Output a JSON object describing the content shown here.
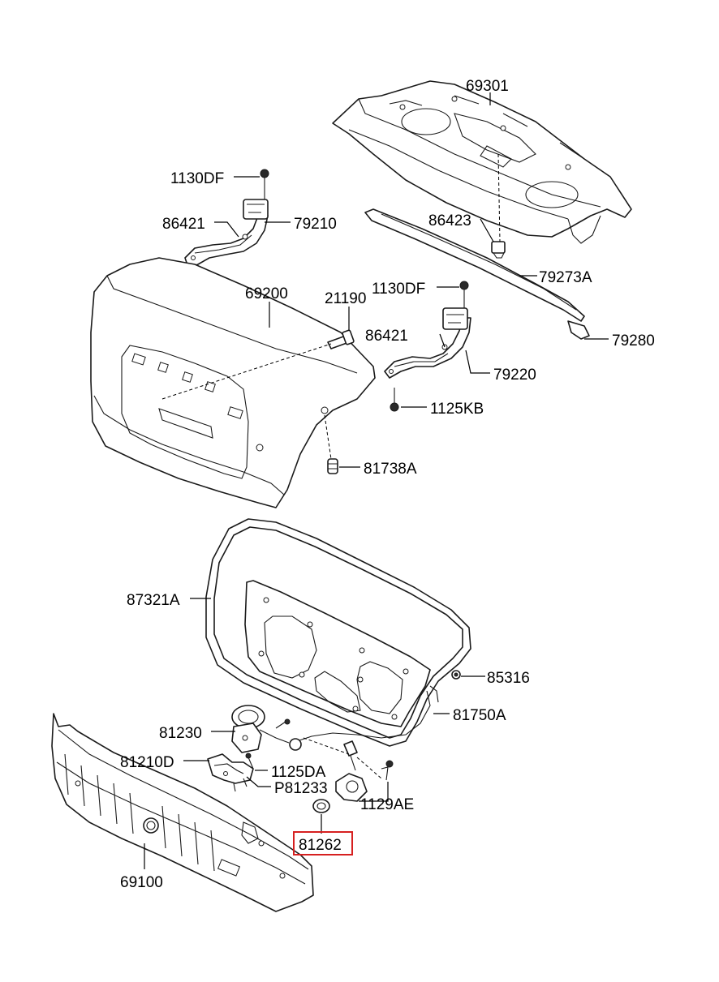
{
  "parts": {
    "p69301": "69301",
    "p1130DF_a": "1130DF",
    "p86421_a": "86421",
    "p79210": "79210",
    "p86423": "86423",
    "p79273A": "79273A",
    "p69200": "69200",
    "p21190": "21190",
    "p1130DF_b": "1130DF",
    "p86421_b": "86421",
    "p79280": "79280",
    "p79220": "79220",
    "p1125KB": "1125KB",
    "p81738A": "81738A",
    "p87321A": "87321A",
    "p85316": "85316",
    "p81750A": "81750A",
    "p81230": "81230",
    "p81210D": "81210D",
    "p1125DA": "1125DA",
    "pP81233": "P81233",
    "p1129AE": "1129AE",
    "p81262": "81262",
    "p69100": "69100"
  },
  "highlight": {
    "color": "#d62020"
  }
}
